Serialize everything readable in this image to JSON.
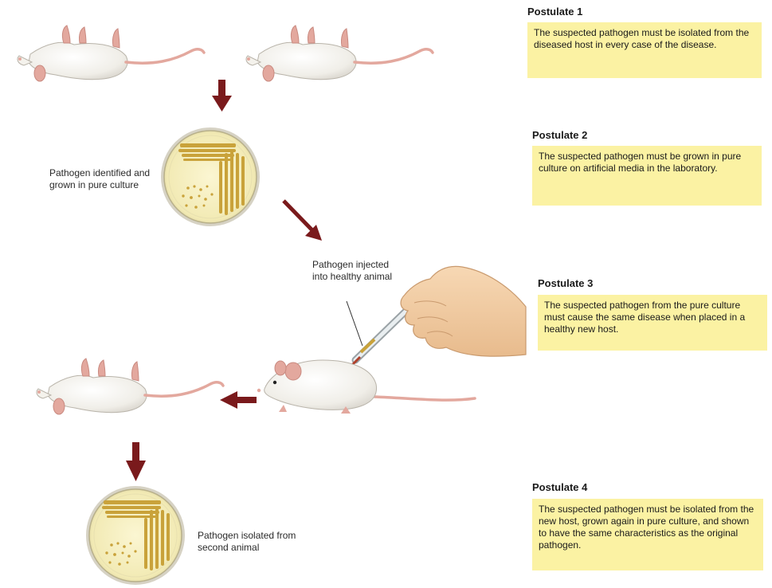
{
  "postulates": [
    {
      "title": "Postulate 1",
      "text": "The suspected pathogen must be isolated from the diseased host in every case of the disease."
    },
    {
      "title": "Postulate 2",
      "text": "The suspected pathogen must be grown in pure culture on artificial media in the laboratory."
    },
    {
      "title": "Postulate 3",
      "text": "The suspected pathogen from the pure culture must cause the same disease when placed in a healthy new host."
    },
    {
      "title": "Postulate 4",
      "text": "The suspected pathogen must be isolated from the new host, grown again in pure culture, and shown to have the same characteristics as the original pathogen."
    }
  ],
  "captions": {
    "grown": "Pathogen identified and grown in pure culture",
    "injected": "Pathogen injected into healthy animal",
    "isolated": "Pathogen isolated from second animal"
  },
  "colors": {
    "arrow": "#7a1a1c",
    "postulate_box": "#fbf2a3",
    "colony": "#c9a23a",
    "mouse_body": "#f1efe9",
    "mouse_pink": "#e0a39a"
  },
  "icons": [
    "mouse",
    "petri-dish",
    "syringe",
    "hand",
    "arrow"
  ]
}
